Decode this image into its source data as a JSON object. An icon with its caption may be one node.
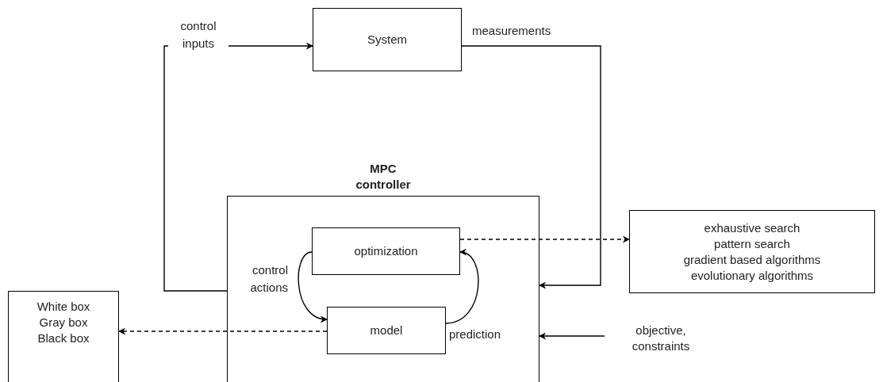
{
  "diagram": {
    "nodes": [
      {
        "text": [
          "System"
        ]
      },
      {
        "text": [
          "MPC controller"
        ]
      },
      {
        "text": [
          "optimization"
        ],
        "in": 1
      },
      {
        "text": [
          "model"
        ],
        "in": 1
      },
      {
        "text": [
          "exhaustive search",
          "pattern search",
          "gradient based algorithms",
          "evolutionary algorithms"
        ]
      },
      {
        "text": [
          "White box",
          "Gray box",
          "Black box"
        ]
      },
      {
        "text": [
          "objective, constraints"
        ]
      }
    ],
    "edges": [
      {
        "from": 1,
        "to": 0,
        "arrow": "to",
        "label": "control inputs"
      },
      {
        "from": 0,
        "to": 1,
        "arrow": "to",
        "label": "measurements"
      },
      {
        "from": 2,
        "to": 3,
        "arrow": "to",
        "label": "control actions"
      },
      {
        "from": 3,
        "to": 2,
        "arrow": "to",
        "label": "prediction"
      },
      {
        "from": 2,
        "to": 4,
        "arrow": "to",
        "style": "dashed"
      },
      {
        "from": 3,
        "to": 5,
        "arrow": "to",
        "style": "dashed"
      },
      {
        "from": 6,
        "to": 1,
        "arrow": "to"
      }
    ]
  }
}
